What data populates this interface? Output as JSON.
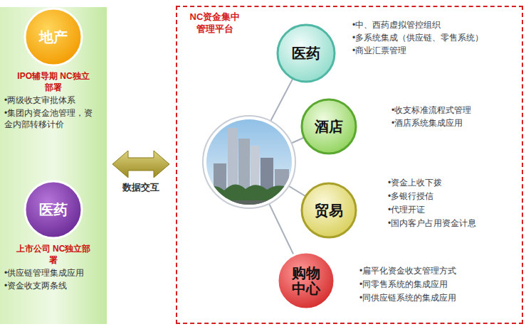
{
  "diagram": {
    "title": "NC资金集中管理平台",
    "nodes": [
      {
        "text": [
          "地产"
        ]
      },
      {
        "text": [
          "医药"
        ]
      },
      {
        "text": [
          "NC资金集中管理平台"
        ]
      },
      {
        "text": [
          "医药"
        ],
        "in": 2
      },
      {
        "text": [
          "酒店"
        ],
        "in": 2
      },
      {
        "text": [
          "贸易"
        ],
        "in": 2
      },
      {
        "text": [
          "购物中心"
        ],
        "in": 2
      }
    ],
    "labels": [
      "IPO辅导期 NC独立部署",
      "•两级收支审批体系",
      "•集团内资金池管理，资金内部转移计价",
      "上市公司 NC独立部署",
      "•供应链管理集成应用",
      "•资金收支两条线",
      "数据交互",
      "•中、西药虚拟管控组织",
      "•多系统集成（供应链、零售系统）",
      "•商业汇票管理",
      "•收支标准流程式管理",
      "•酒店系统集成应用",
      "•资金上收下拨",
      "•多银行授信",
      "•代理开证",
      "•国内客户占用资金计息",
      "•扁平化资金收支管理方式",
      "•同零售系统的集成应用",
      "•同供应链系统的集成应用"
    ]
  }
}
